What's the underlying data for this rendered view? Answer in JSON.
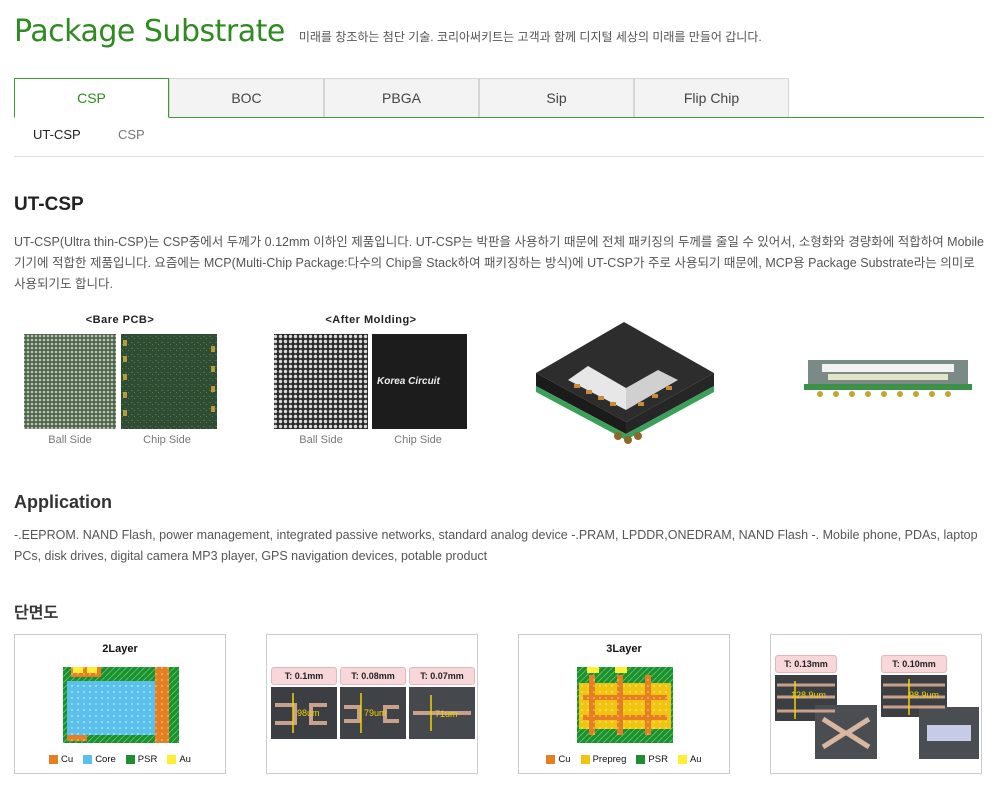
{
  "header": {
    "title": "Package Substrate",
    "subtitle": "미래를 창조하는 첨단 기술. 코리아써키트는 고객과 함께 디지털 세상의 미래를 만들어 갑니다."
  },
  "tabs": [
    {
      "label": "CSP",
      "active": true
    },
    {
      "label": "BOC",
      "active": false
    },
    {
      "label": "PBGA",
      "active": false
    },
    {
      "label": "Sip",
      "active": false
    },
    {
      "label": "Flip Chip",
      "active": false
    }
  ],
  "subtabs": [
    {
      "label": "UT-CSP",
      "active": true
    },
    {
      "label": "CSP",
      "active": false
    }
  ],
  "section": {
    "title": "UT-CSP",
    "description": "UT-CSP(Ultra thin-CSP)는 CSP중에서 두께가 0.12mm 이하인 제품입니다. UT-CSP는 박판을 사용하기 때문에 전체 패키징의 두께를 줄일 수 있어서, 소형화와 경량화에 적합하여 Mobile 기기에 적합한 제품입니다. 요즘에는 MCP(Multi-Chip Package:다수의 Chip을 Stack하여 패키징하는 방식)에 UT-CSP가 주로 사용되기 때문에, MCP용 Package Substrate라는 의미로 사용되기도 합니다."
  },
  "figures": {
    "bare_pcb": {
      "caption": "<Bare PCB>",
      "left_label": "Ball Side",
      "right_label": "Chip Side"
    },
    "after_molding": {
      "caption": "<After Molding>",
      "left_label": "Ball Side",
      "right_label": "Chip Side",
      "chip_brand": "Korea Circuit"
    }
  },
  "application": {
    "title": "Application",
    "text": "-.EEPROM. NAND Flash, power management, integrated passive networks, standard analog device -.PRAM, LPDDR,ONEDRAM, NAND Flash -. Mobile phone, PDAs, laptop PCs, disk drives, digital camera MP3 player, GPS navigation devices, potable product"
  },
  "cross_section": {
    "title": "단면도",
    "card1": {
      "title": "2Layer",
      "legend": [
        "Cu",
        "Core",
        "PSR",
        "Au"
      ]
    },
    "card2": {
      "labels": [
        "T: 0.1mm",
        "T: 0.08mm",
        "T: 0.07mm"
      ],
      "measures": [
        "98um",
        "79um",
        "71um"
      ]
    },
    "card3": {
      "title": "3Layer",
      "legend": [
        "Cu",
        "Prepreg",
        "PSR",
        "Au"
      ]
    },
    "card4": {
      "labels": [
        "T: 0.13mm",
        "T: 0.10mm"
      ],
      "measures": [
        "128.9um",
        "98.9um"
      ]
    }
  },
  "colors": {
    "brand_green": "#2e8b1f",
    "tab_border": "#3f9b34",
    "cu": "#e67e22",
    "core": "#5bc0eb",
    "prepreg": "#f1c40f",
    "psr": "#1e8f2e",
    "au": "#ffee33"
  }
}
